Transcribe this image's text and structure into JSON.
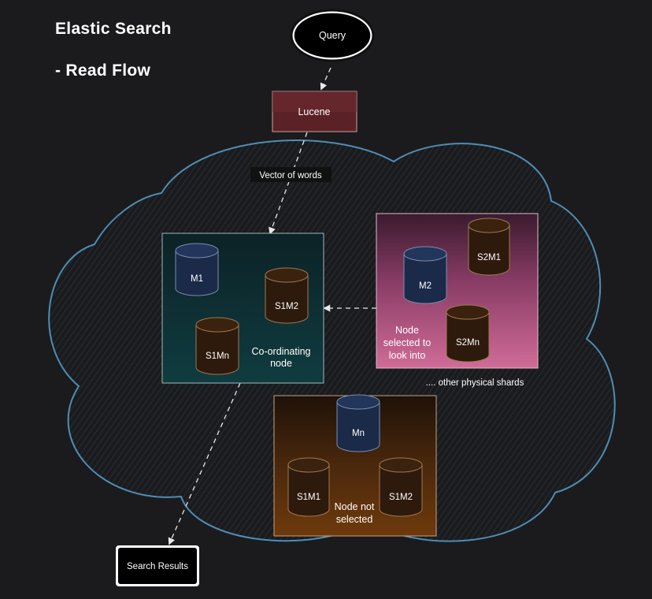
{
  "title": {
    "line1": "Elastic Search",
    "line2": "- Read Flow"
  },
  "query": {
    "label": "Query"
  },
  "lucene": {
    "label": "Lucene"
  },
  "edge_labels": {
    "vector_of_words": "Vector of words"
  },
  "coordinating_node": {
    "label_line1": "Co-ordinating",
    "label_line2": "node",
    "shards": [
      "M1",
      "S1M2",
      "S1Mn"
    ]
  },
  "selected_node": {
    "label_line1": "Node",
    "label_line2": "selected to",
    "label_line3": "look into",
    "shards": [
      "M2",
      "S2M1",
      "S2Mn"
    ]
  },
  "other_shards_note": ".... other physical shards",
  "not_selected_node": {
    "label_line1": "Node not",
    "label_line2": "selected",
    "shards": [
      "Mn",
      "S1M1",
      "S1M2"
    ]
  },
  "search_results": {
    "label": "Search Results"
  },
  "colors": {
    "background": "#1b1b1d",
    "cloud_stroke": "#4f8db5",
    "cloud_fill": "#1e2832",
    "lucene_fill": "#5a2226",
    "coord_node_fill": "#0f3a3e",
    "selected_node_fill": "#c4628e",
    "not_selected_fill": "#5a3010",
    "db_blue": "#1a2a48",
    "db_brown": "#2e1a0c"
  }
}
